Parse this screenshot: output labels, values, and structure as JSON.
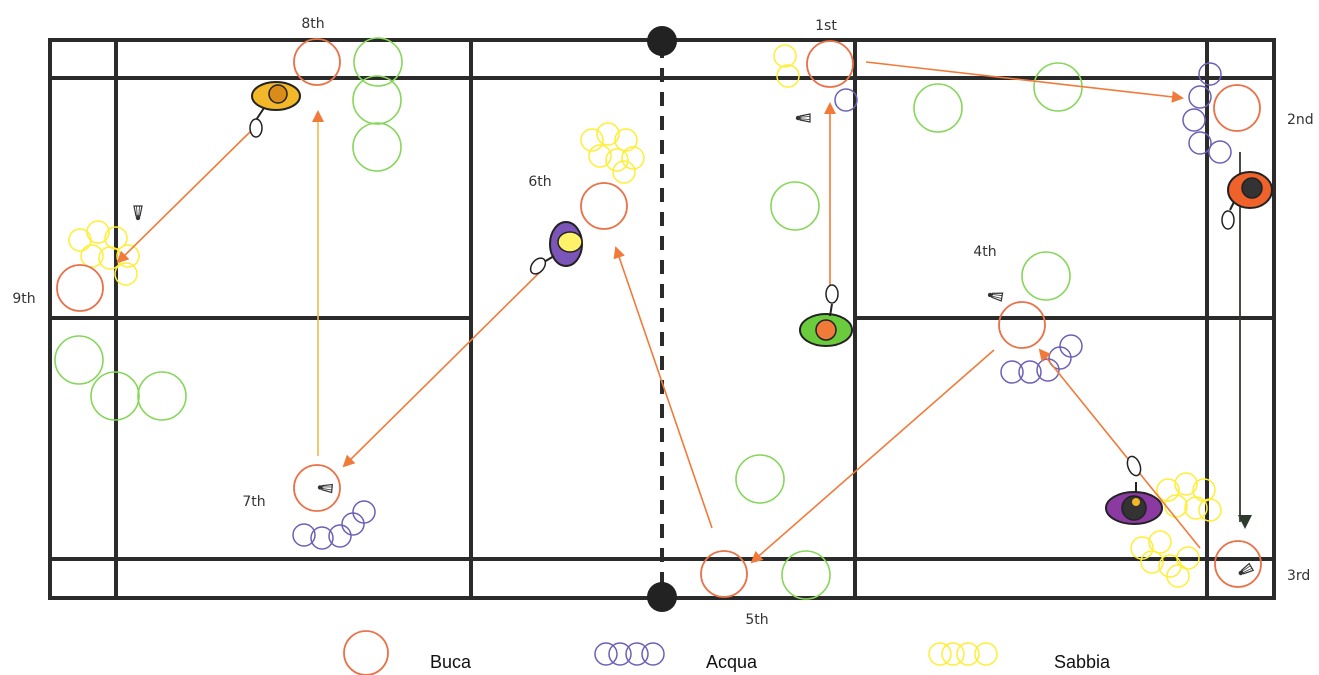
{
  "colors": {
    "court_line": "#2b2b2b",
    "hole": "#e8734a",
    "water": "#6e5fb5",
    "sand": "#ffee33",
    "tree": "#86d65a",
    "arrow_orange": "#f07a3a",
    "arrow_yellow": "#f2b94a",
    "arrow_dark": "#2f3a2f"
  },
  "holes": [
    {
      "id": "1",
      "label": "1st"
    },
    {
      "id": "2",
      "label": "2nd"
    },
    {
      "id": "3",
      "label": "3rd"
    },
    {
      "id": "4",
      "label": "4th"
    },
    {
      "id": "5",
      "label": "5th"
    },
    {
      "id": "6",
      "label": "6th"
    },
    {
      "id": "7",
      "label": "7th"
    },
    {
      "id": "8",
      "label": "8th"
    },
    {
      "id": "9",
      "label": "9th"
    }
  ],
  "legend": {
    "hole": "Buca",
    "water": "Acqua",
    "sand": "Sabbia"
  }
}
